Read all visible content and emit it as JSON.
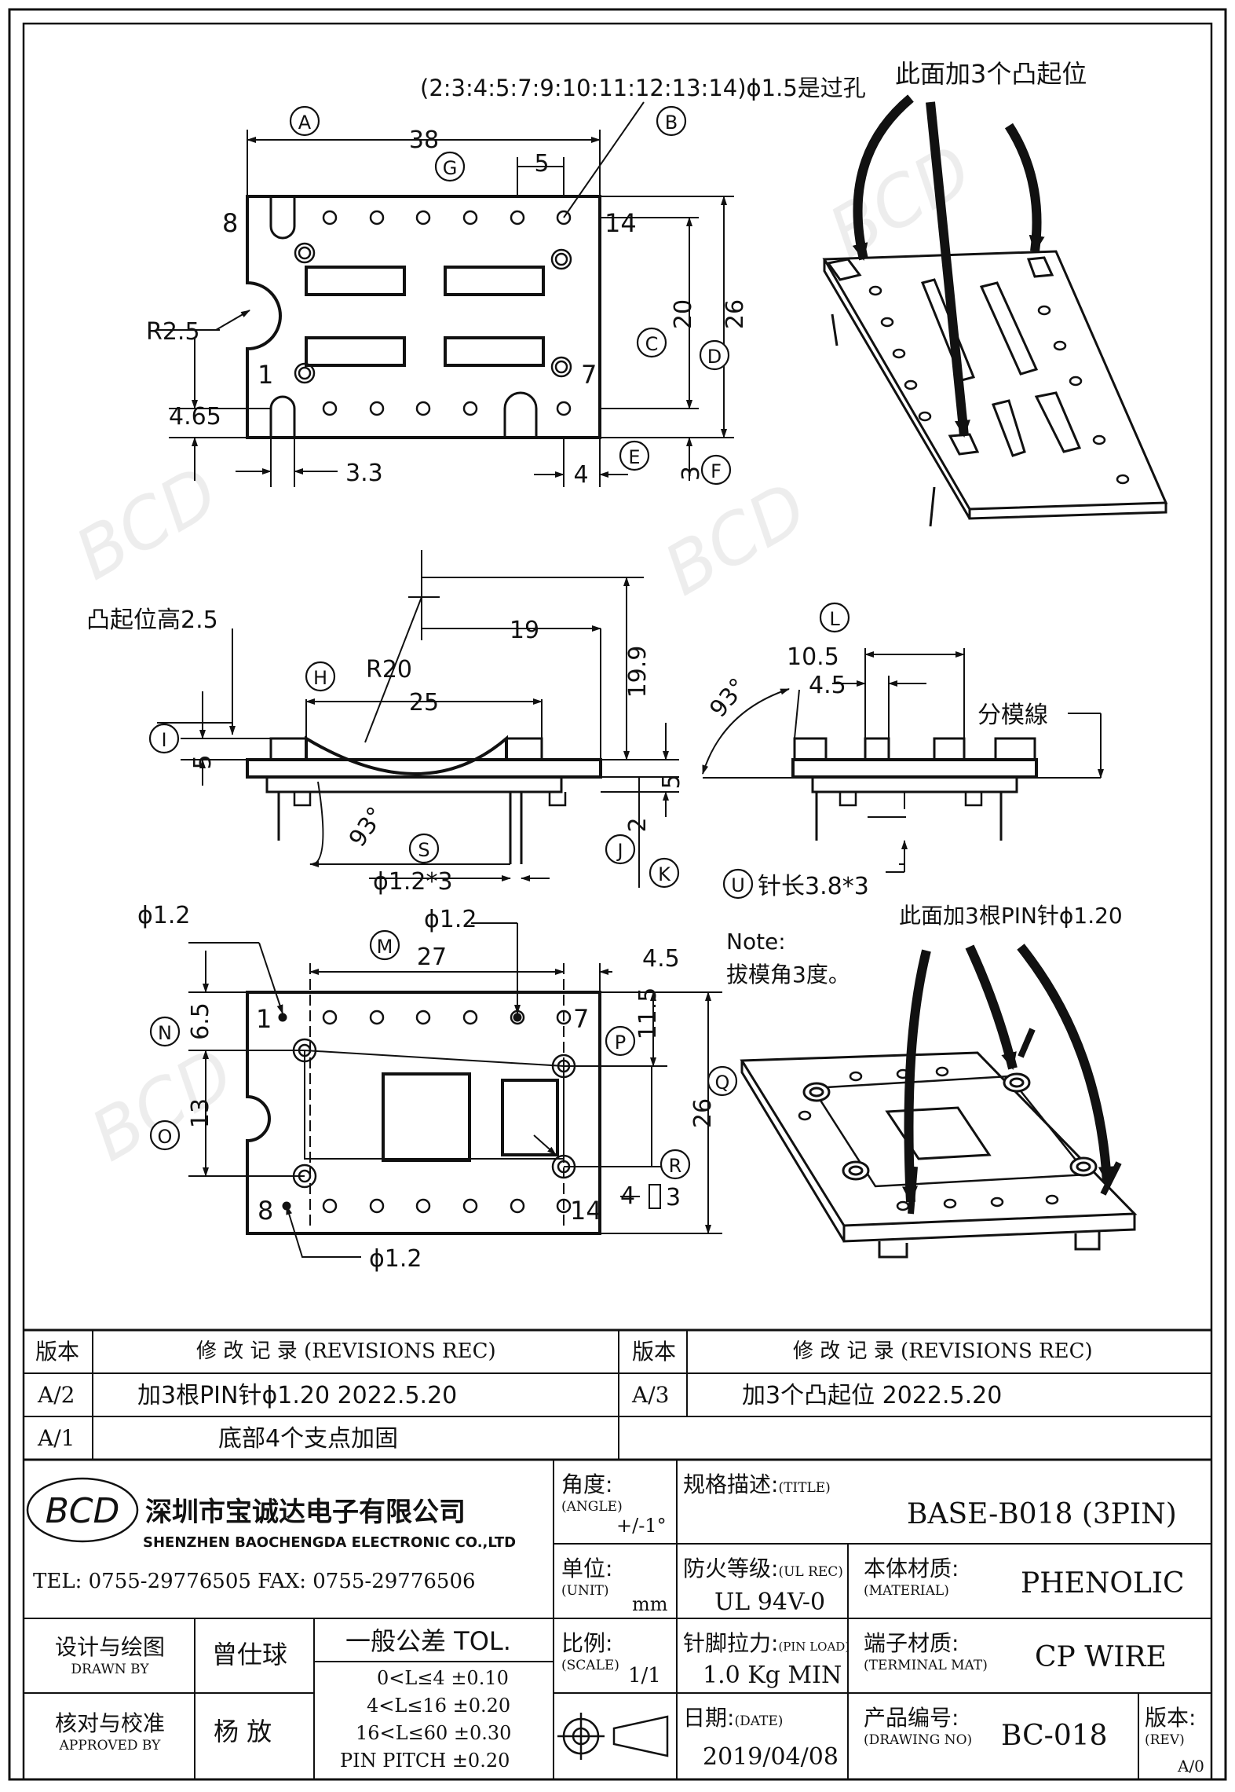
{
  "drawing": {
    "callout_letters": [
      "A",
      "B",
      "C",
      "D",
      "E",
      "F",
      "G",
      "H",
      "I",
      "J",
      "K",
      "L",
      "M",
      "N",
      "O",
      "P",
      "Q",
      "R",
      "S",
      "U"
    ],
    "top_view": {
      "hole_note": "(2:3:4:5:7:9:10:11:12:13:14)ϕ1.5是过孔",
      "dim_38": "38",
      "dim_5": "5",
      "dim_20": "20",
      "dim_26": "26",
      "dim_r25": "R2.5",
      "dim_465": "4.65",
      "dim_33": "3.3",
      "dim_4": "4",
      "dim_3": "3",
      "pin_8": "8",
      "pin_14": "14",
      "pin_1": "1",
      "pin_7": "7"
    },
    "iso_top_note": "此面加3个凸起位",
    "side_view": {
      "boss_note": "凸起位高2.5",
      "dim_19": "19",
      "dim_199": "19.9",
      "dim_r20": "R20",
      "dim_25": "25",
      "dim_5a": "5",
      "dim_5b": "5",
      "dim_2": "2",
      "angle": "93°",
      "pin_dia": "ϕ1.2*3"
    },
    "end_view": {
      "dim_105": "10.5",
      "dim_45": "4.5",
      "angle": "93°",
      "parting": "分模線",
      "pin_len": "针长3.8*3"
    },
    "bottom_view": {
      "d12_a": "ϕ1.2",
      "d12_b": "ϕ1.2",
      "d12_c": "ϕ1.2",
      "dim_27": "27",
      "dim_45": "4.5",
      "dim_65": "6.5",
      "dim_115": "11.5",
      "dim_13": "13",
      "dim_26": "26",
      "dim_4": "4",
      "dim_3": "3",
      "pin_1": "1",
      "pin_7": "7",
      "pin_8": "8",
      "pin_14": "14"
    },
    "note_title": "Note:",
    "note_text": "拔模角3度。",
    "iso_bottom_note": "此面加3根PIN针ϕ1.20",
    "watermark": "BCD"
  },
  "revisions": {
    "header_ver": "版本",
    "header_rec": "修  改  记  录  (REVISIONS REC)",
    "rows": [
      {
        "ver": "A/2",
        "text": "加3根PIN针ϕ1.20    2022.5.20"
      },
      {
        "ver": "A/3",
        "text": "加3个凸起位        2022.5.20"
      },
      {
        "ver": "A/1",
        "text": "底部4个支点加固"
      }
    ]
  },
  "title_block": {
    "company_cn": "深圳市宝诚达电子有限公司",
    "company_en": "SHENZHEN BAOCHENGDA ELECTRONIC CO.,LTD",
    "tel": "TEL: 0755-29776505  FAX: 0755-29776506",
    "angle_label": "角度:",
    "angle_sub": "(ANGLE)",
    "angle_value": "+/-1°",
    "title_label": "规格描述:",
    "title_sub": "(TITLE)",
    "title_value": "BASE-B018 (3PIN)",
    "unit_label": "单位:",
    "unit_sub": "(UNIT)",
    "unit_value": "mm",
    "ul_label": "防火等级:",
    "ul_sub": "(UL REC)",
    "ul_value": "UL 94V-0",
    "material_label": "本体材质:",
    "material_sub": "(MATERIAL)",
    "material_value": "PHENOLIC",
    "drawn_label": "设计与绘图",
    "drawn_sub": "DRAWN BY",
    "drawn_value": "曾仕球",
    "approved_label": "核对与校准",
    "approved_sub": "APPROVED BY",
    "approved_value": "杨  放",
    "tol_title": "一般公差 TOL.",
    "tol_rows": [
      "0<L≤4    ±0.10",
      "4<L≤16   ±0.20",
      "16<L≤60  ±0.30",
      "PIN PITCH  ±0.20"
    ],
    "scale_label": "比例:",
    "scale_sub": "(SCALE)",
    "scale_value": "1/1",
    "pinload_label": "针脚拉力:",
    "pinload_sub": "(PIN LOAD)",
    "pinload_value": "1.0 Kg MIN",
    "terminal_label": "端子材质:",
    "terminal_sub": "(TERMINAL MAT)",
    "terminal_value": "CP WIRE",
    "date_label": "日期:",
    "date_sub": "(DATE)",
    "date_value": "2019/04/08",
    "drawing_no_label": "产品编号:",
    "drawing_no_sub": "(DRAWING NO)",
    "drawing_no_value": "BC-018",
    "rev_label": "版本:",
    "rev_sub": "(REV)",
    "rev_value": "A/0"
  }
}
